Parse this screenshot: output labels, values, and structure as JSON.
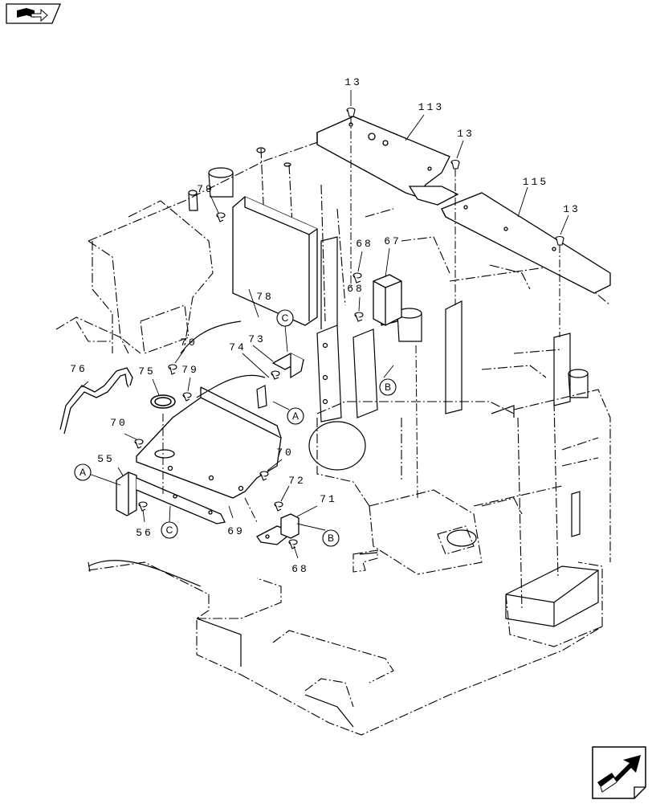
{
  "nav": {
    "prev_icon": "book-back-icon",
    "next_icon": "page-forward-icon"
  },
  "callouts": {
    "c13a": "13",
    "c113": "113",
    "c13b": "13",
    "c115": "115",
    "c13c": "13",
    "c79a": "79",
    "c68a": "68",
    "c67": "67",
    "c68b": "68",
    "c78": "78",
    "c73": "73",
    "c74": "74",
    "c70a": "70",
    "c79b": "79",
    "c75": "75",
    "c76": "76",
    "c70b": "70",
    "c70c": "70",
    "c55": "55",
    "c56": "56",
    "c69": "69",
    "c72": "72",
    "c71": "71",
    "c68c": "68"
  },
  "connectors": {
    "C_top": "C",
    "B_mid": "B",
    "A_mid": "A",
    "A_left": "A",
    "C_bottom": "C",
    "B_bottom": "B"
  }
}
